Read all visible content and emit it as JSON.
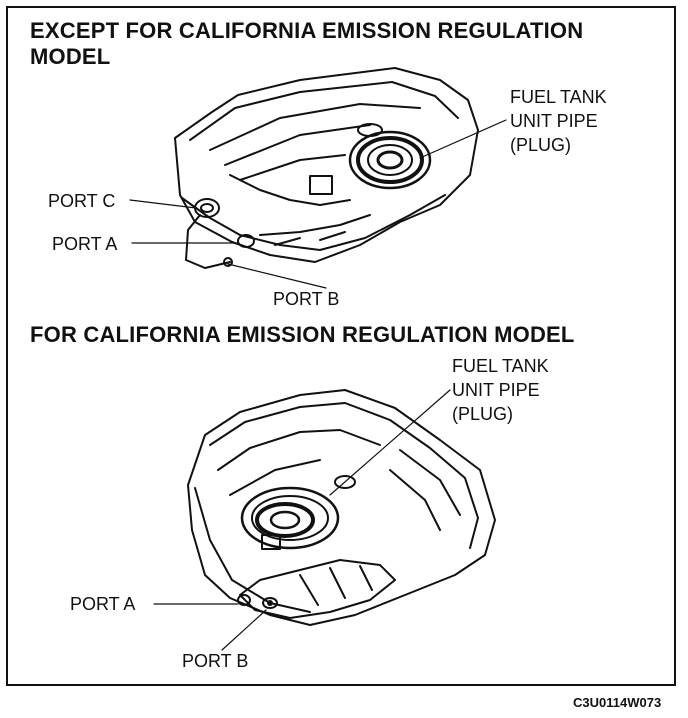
{
  "top": {
    "heading": "EXCEPT FOR CALIFORNIA EMISSION REGULATION MODEL",
    "labels": {
      "fuel_tank_unit_pipe": [
        "FUEL TANK",
        "UNIT PIPE",
        "(PLUG)"
      ],
      "port_c": "PORT C",
      "port_a": "PORT A",
      "port_b": "PORT B"
    }
  },
  "bottom": {
    "heading": "FOR CALIFORNIA EMISSION REGULATION MODEL",
    "labels": {
      "fuel_tank_unit_pipe": [
        "FUEL TANK",
        "UNIT PIPE",
        "(PLUG)"
      ],
      "port_a": "PORT A",
      "port_b": "PORT B"
    }
  },
  "figure_code": "C3U0114W073"
}
